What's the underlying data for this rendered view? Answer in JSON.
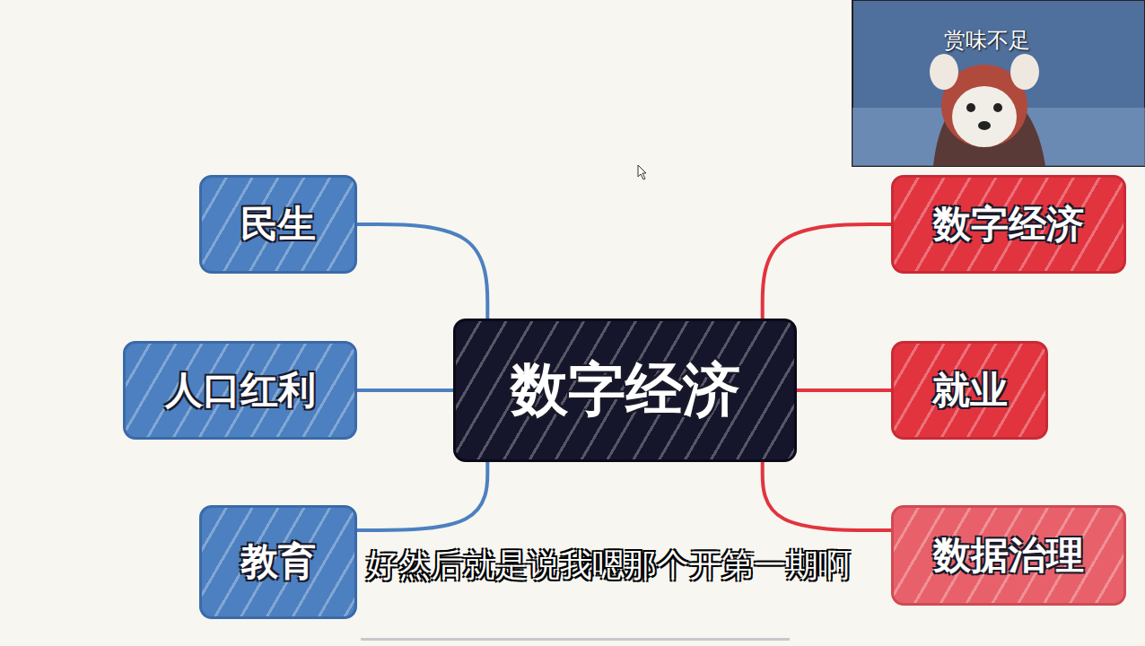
{
  "diagram": {
    "nodes": [
      {
        "text": [
          "数字经济"
        ]
      },
      {
        "text": [
          "民生"
        ]
      },
      {
        "text": [
          "人口红利"
        ]
      },
      {
        "text": [
          "教育"
        ]
      },
      {
        "text": [
          "数字经济"
        ]
      },
      {
        "text": [
          "就业"
        ]
      },
      {
        "text": [
          "数据治理"
        ]
      }
    ],
    "edges": [
      {
        "from": 0,
        "to": 1,
        "arrow": "none"
      },
      {
        "from": 0,
        "to": 2,
        "arrow": "none"
      },
      {
        "from": 0,
        "to": 3,
        "arrow": "none"
      },
      {
        "from": 0,
        "to": 4,
        "arrow": "none"
      },
      {
        "from": 0,
        "to": 5,
        "arrow": "none"
      },
      {
        "from": 0,
        "to": 6,
        "arrow": "none"
      }
    ],
    "labels": [
      "赏味不足",
      "好然后就是说我嗯那个开第一期啊"
    ]
  }
}
